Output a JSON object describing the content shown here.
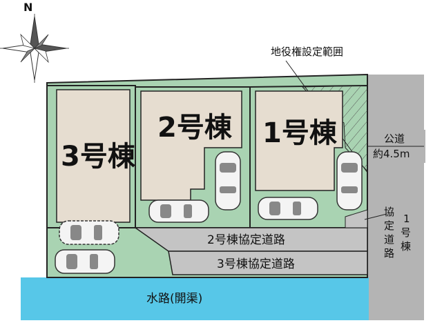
{
  "compass": {
    "north": "N"
  },
  "buildings": [
    {
      "id": "b1",
      "label": "1号棟"
    },
    {
      "id": "b2",
      "label": "2号棟"
    },
    {
      "id": "b3",
      "label": "3号棟"
    }
  ],
  "roads": {
    "road_2": "2号棟協定道路",
    "road_3": "3号棟協定道路",
    "public_road_line1": "公道",
    "public_road_line2": "約4.5m",
    "waterway": "水路(開渠)",
    "road_1_chars": [
      "協",
      "定",
      "道",
      "路"
    ],
    "road_1_label_chars": [
      "1",
      "号",
      "棟"
    ]
  },
  "easement_label": "地役権設定範囲",
  "colors": {
    "lot_green": "#a9d3b2",
    "building_beige": "#e6ddd0",
    "road_gray": "#c4c4c4",
    "public_road_gray": "#b4b4b4",
    "water_blue": "#57c7e8",
    "outline": "#222222"
  }
}
